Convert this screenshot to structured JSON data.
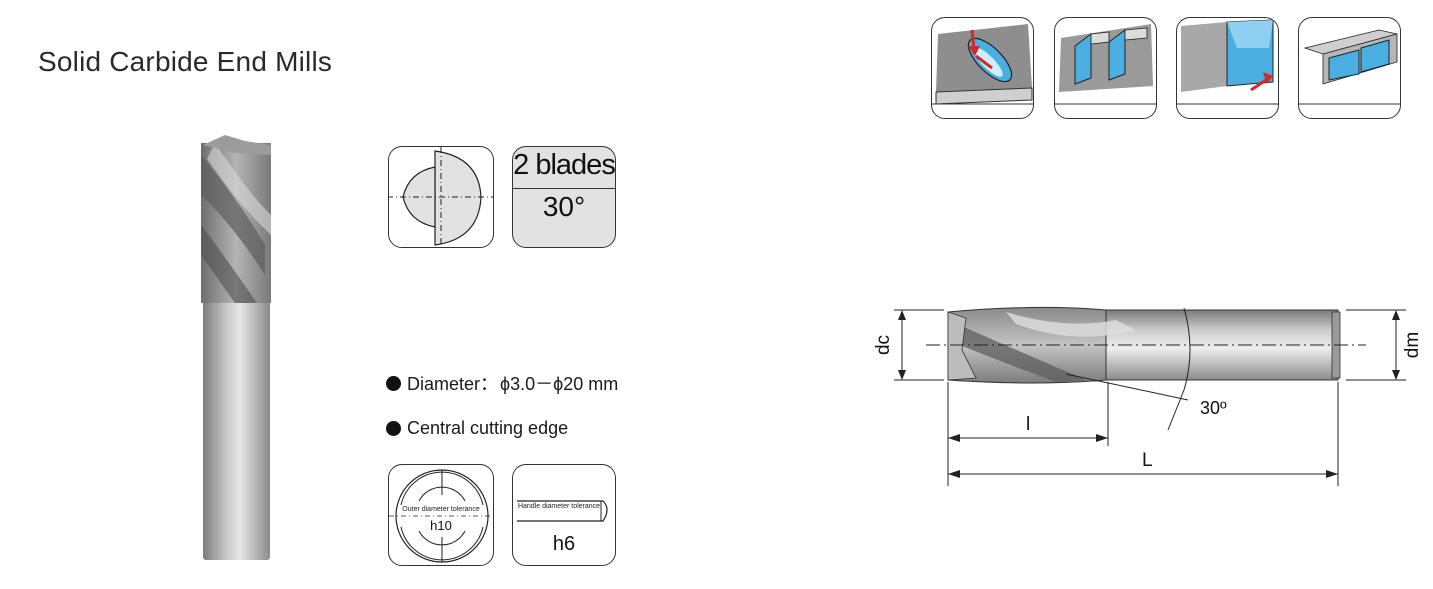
{
  "page": {
    "title": "Solid Carbide End Mills"
  },
  "blades": {
    "count_label": "2 blades",
    "helix_angle": "30°"
  },
  "features": [
    {
      "bullet": "●",
      "label": "Diameter：",
      "value": "ϕ3.0－ϕ20 mm"
    },
    {
      "bullet": "●",
      "label": "Central cutting edge",
      "value": ""
    }
  ],
  "tolerance": {
    "outer_label": "Outer diameter tolerance",
    "outer_value": "h10",
    "handle_label": "Handle diameter tolerance",
    "handle_value": "h6"
  },
  "dimensions": {
    "dc": "dc",
    "dm": "dm",
    "l": "l",
    "L": "L",
    "angle": "30º"
  },
  "applications": [
    "slot-plunge-icon",
    "slotting-icon",
    "side-milling-icon",
    "pocket-milling-icon"
  ],
  "colors": {
    "accent_blue": "#4aaee0",
    "arrow_red": "#d62828",
    "tool_gray": "#9a9a9a"
  }
}
